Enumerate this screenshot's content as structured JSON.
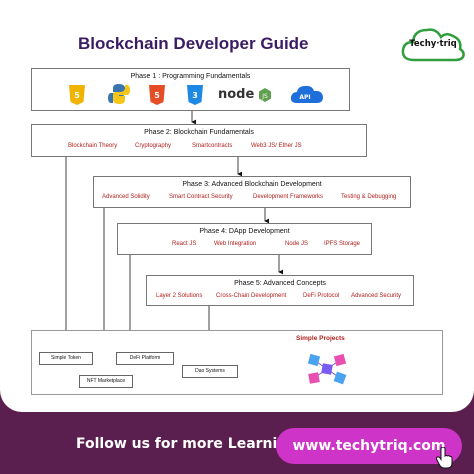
{
  "title": "Blockchain Developer Guide",
  "logo": {
    "text": "Techy·triq"
  },
  "phases": [
    {
      "title": "Phase 1 : Programming Fundamentals",
      "icons": [
        "html5-icon",
        "python-icon",
        "html5-icon",
        "css3-icon",
        "nodejs-icon",
        "api-cloud-icon"
      ],
      "icon_labels": {
        "api": "API"
      }
    },
    {
      "title": "Phase 2: Blockchain Fundamentals",
      "topics": [
        "Blockchain Theory",
        "Cryptography",
        "Smartcontracts",
        "Web3 JS/ Ether JS"
      ]
    },
    {
      "title": "Phase 3: Advanced Blockchain Development",
      "topics": [
        "Advanced Solidity",
        "Smart Contract Security",
        "Development Frameworks",
        "Testing & Debugging"
      ]
    },
    {
      "title": "Phase 4: DApp Development",
      "topics": [
        "React JS",
        "Web Integration",
        "Node JS",
        "IPFS Storage"
      ]
    },
    {
      "title": "Phase 5: Advanced Concepts",
      "topics": [
        "Layer 2 Solutions",
        "Cross-Chain Development",
        "DeFi Protocol",
        "Advanced Security"
      ]
    }
  ],
  "projects": {
    "title": "Simple Projects",
    "items": [
      "Simple Token",
      "NFT Marketplace",
      "DeFi Platform",
      "Dao Systems"
    ]
  },
  "footer": {
    "text": "Follow us for more Learning :",
    "url": "www.techytriq.com"
  },
  "colors": {
    "background": "#5a1f4e",
    "title": "#3a1c63",
    "topic": "#b0211d",
    "pill": "#ce34c7"
  }
}
